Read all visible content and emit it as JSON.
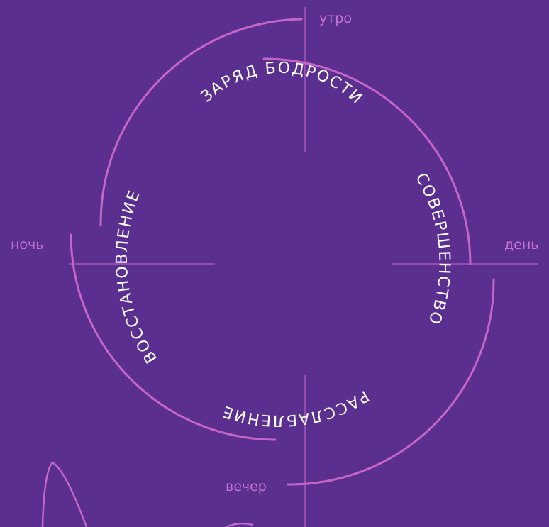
{
  "time_labels": {
    "morning": "утро",
    "day": "день",
    "evening": "вечер",
    "night": "ночь"
  },
  "phases": {
    "top": "ЗАРЯД БОДРОСТИ",
    "right": "СОВЕРШЕНСТВО",
    "bottom": "РАССЛАБЛЕНИЕ",
    "left": "ВОССТАНОВЛЕНИЕ"
  },
  "colors": {
    "background": "#5a2f90",
    "line": "#c565c8",
    "time_label": "#c872d0",
    "phase_text": "#ffffff"
  }
}
